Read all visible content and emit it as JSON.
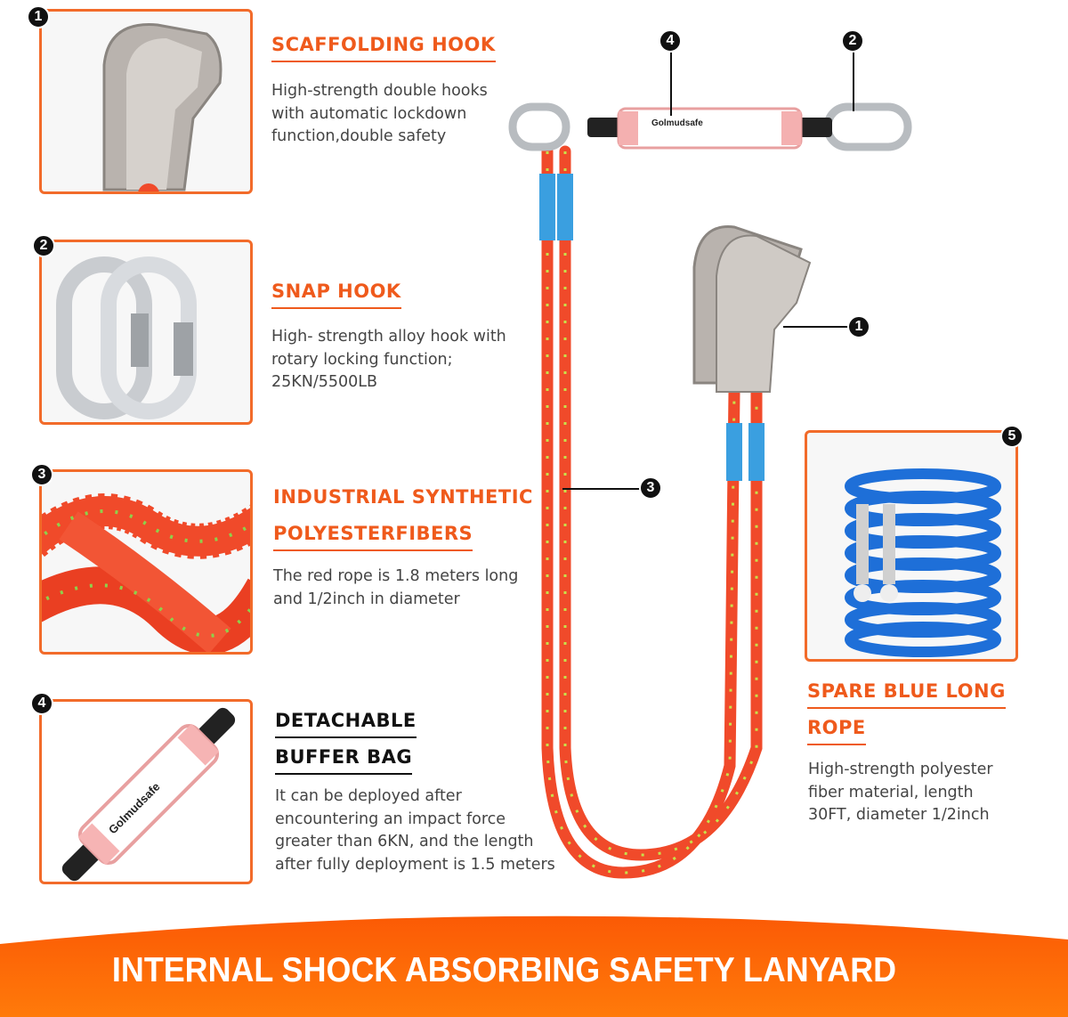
{
  "features": [
    {
      "number": "1",
      "title_lines": [
        "SCAFFOLDING HOOK"
      ],
      "desc_lines": [
        "High-strength double hooks",
        "with automatic lockdown",
        "function,double safety"
      ]
    },
    {
      "number": "2",
      "title_lines": [
        "SNAP HOOK"
      ],
      "desc_lines": [
        "High- strength alloy hook with",
        "rotary locking function;",
        "25KN/5500LB"
      ]
    },
    {
      "number": "3",
      "title_lines": [
        "INDUSTRIAL SYNTHETIC",
        "POLYESTERFIBERS"
      ],
      "desc_lines": [
        "The red rope is 1.8 meters long",
        "and 1/2inch in diameter"
      ]
    },
    {
      "number": "4",
      "title_lines": [
        "DETACHABLE",
        "BUFFER BAG"
      ],
      "desc_lines": [
        "It can be deployed after",
        "encountering an impact force",
        "greater than 6KN, and the length",
        "after fully deployment is 1.5 meters"
      ]
    },
    {
      "number": "5",
      "title_lines": [
        "SPARE BLUE LONG",
        "ROPE"
      ],
      "desc_lines": [
        "High-strength polyester",
        "fiber material, length",
        "30FT, diameter 1/2inch"
      ]
    }
  ],
  "brand_label": "Golmudsafe",
  "banner": {
    "text": "INTERNAL SHOCK ABSORBING SAFETY LANYARD"
  },
  "colors": {
    "accent": "#ef5a1c",
    "rope": "#f04a2a",
    "blue": "#1e6fd8"
  }
}
